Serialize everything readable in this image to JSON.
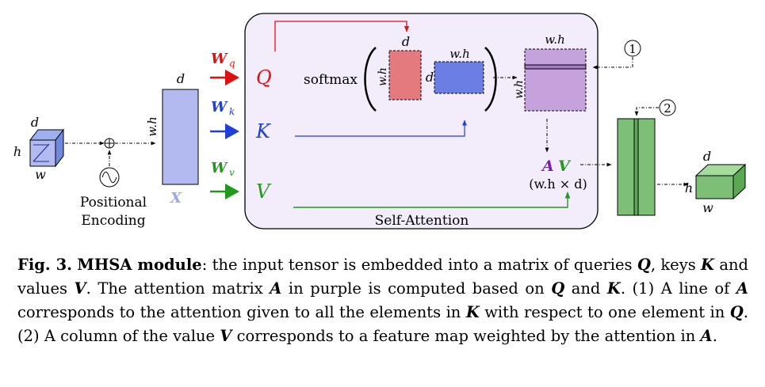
{
  "figure": {
    "self_attention_label": "Self-Attention",
    "positional_encoding": [
      "Positional",
      "Encoding"
    ],
    "input_tensor": {
      "d": "d",
      "h": "h",
      "w": "w"
    },
    "x_matrix": {
      "d": "d",
      "rows": "w.h",
      "name": "X"
    },
    "weights": [
      {
        "symbol": "W",
        "sub": "q",
        "color": "#dd1111"
      },
      {
        "symbol": "W",
        "sub": "k",
        "color": "#1f3fd6"
      },
      {
        "symbol": "W",
        "sub": "v",
        "color": "#1f9a1f"
      }
    ],
    "qkv": [
      {
        "symbol": "Q",
        "color": "#dd1111"
      },
      {
        "symbol": "K",
        "color": "#1f3fd6"
      },
      {
        "symbol": "V",
        "color": "#1f9a1f"
      }
    ],
    "softmax": {
      "word": "softmax",
      "q_rows": "w.h",
      "q_cols": "d",
      "k_rows": "d",
      "k_cols": "w.h"
    },
    "attention_matrix": {
      "rows": "w.h",
      "cols": "w.h"
    },
    "av_product": {
      "a": "A",
      "v": "V",
      "shape": "(w.h × d)"
    },
    "markers": [
      "1",
      "2"
    ],
    "output_tensor": {
      "d": "d",
      "h": "h",
      "w": "w"
    },
    "colors": {
      "query": "#dd1111",
      "key": "#1f3fd6",
      "value": "#1f9a1f",
      "attention": "#7a1fb0",
      "panel_fill": "#f3ecfb",
      "x_fill": "#b3baef",
      "q_fill": "#e57a7e",
      "k_fill": "#6a7ee4",
      "a_fill": "#c5a2dc",
      "v_out_fill": "#7dbf77"
    }
  },
  "caption": {
    "label": "Fig. 3.",
    "segments": [
      {
        "t": "MHSA module",
        "s": "b"
      },
      {
        "t": ": the input tensor is embedded into a matrix of queries ",
        "s": ""
      },
      {
        "t": "Q",
        "s": "m"
      },
      {
        "t": ", keys ",
        "s": ""
      },
      {
        "t": "K",
        "s": "m"
      },
      {
        "t": " and values ",
        "s": ""
      },
      {
        "t": "V",
        "s": "m"
      },
      {
        "t": ". The attention matrix ",
        "s": ""
      },
      {
        "t": "A",
        "s": "m"
      },
      {
        "t": " in purple is computed based on ",
        "s": ""
      },
      {
        "t": "Q",
        "s": "m"
      },
      {
        "t": " and ",
        "s": ""
      },
      {
        "t": "K",
        "s": "m"
      },
      {
        "t": ". (1) A line of ",
        "s": ""
      },
      {
        "t": "A",
        "s": "m"
      },
      {
        "t": " corresponds to the attention given to all the elements in ",
        "s": ""
      },
      {
        "t": "K",
        "s": "m"
      },
      {
        "t": " with respect to one element in ",
        "s": ""
      },
      {
        "t": "Q",
        "s": "m"
      },
      {
        "t": ". (2) A column of the value ",
        "s": ""
      },
      {
        "t": "V",
        "s": "m"
      },
      {
        "t": " corresponds to a feature map weighted by the attention in ",
        "s": ""
      },
      {
        "t": "A",
        "s": "m"
      },
      {
        "t": ".",
        "s": ""
      }
    ]
  }
}
